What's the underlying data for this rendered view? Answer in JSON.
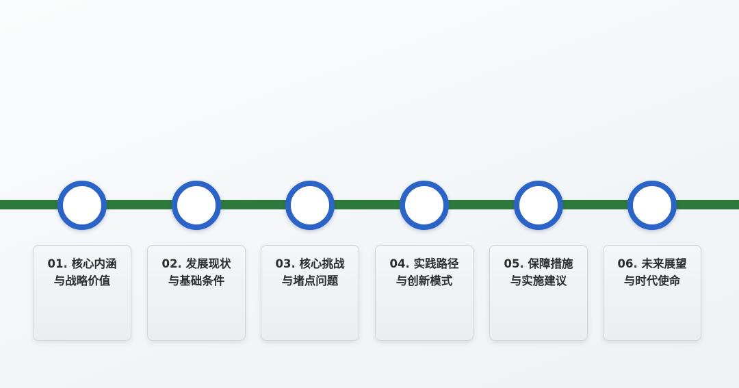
{
  "steps": [
    {
      "title_line1": "01. 核心内涵",
      "title_line2": "与战略价值"
    },
    {
      "title_line1": "02. 发展现状",
      "title_line2": "与基础条件"
    },
    {
      "title_line1": "03. 核心挑战",
      "title_line2": "与堵点问题"
    },
    {
      "title_line1": "04. 实践路径",
      "title_line2": "与创新模式"
    },
    {
      "title_line1": "05. 保障措施",
      "title_line2": "与实施建议"
    },
    {
      "title_line1": "06. 未来展望",
      "title_line2": "与时代使命"
    }
  ],
  "colors": {
    "timeline_line": "#2e7a3c",
    "node_ring": "#2b63c6",
    "node_fill": "#ffffff",
    "card_border": "#cfd5da",
    "card_text": "#2a2d31"
  }
}
